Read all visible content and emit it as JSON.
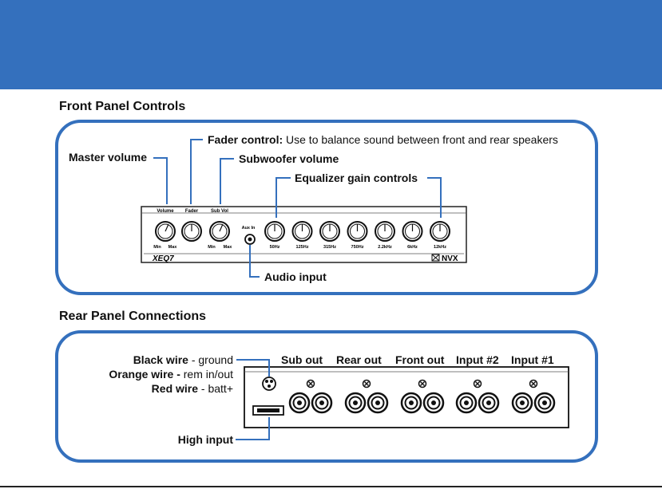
{
  "sections": {
    "front_title": "Front Panel Controls",
    "rear_title": "Rear Panel Connections"
  },
  "front_labels": {
    "master_volume": "Master volume",
    "fader_bold": "Fader control:",
    "fader_rest": " Use to balance sound between front and rear speakers",
    "subwoofer_volume": "Subwoofer volume",
    "eq_gain": "Equalizer gain controls",
    "audio_input": "Audio input"
  },
  "front_device": {
    "knob_labels": [
      "Volume",
      "Fader",
      "Sub Vol"
    ],
    "min": "Min",
    "max": "Max",
    "aux_in": "Aux In",
    "eq_bands": [
      "50Hz",
      "125Hz",
      "315Hz",
      "750Hz",
      "2.2kHz",
      "6kHz",
      "12kHz"
    ],
    "model": "XEQ7",
    "brand": "NVX"
  },
  "rear_labels": {
    "black_bold": "Black wire",
    "black_rest": " - ground",
    "orange_bold": "Orange wire -",
    "orange_rest": " rem in/out",
    "red_bold": "Red wire",
    "red_rest": " - batt+",
    "high_input": "High input",
    "outputs": [
      "Sub out",
      "Rear out",
      "Front out",
      "Input #2",
      "Input #1"
    ]
  },
  "colors": {
    "accent": "#3470bd"
  }
}
